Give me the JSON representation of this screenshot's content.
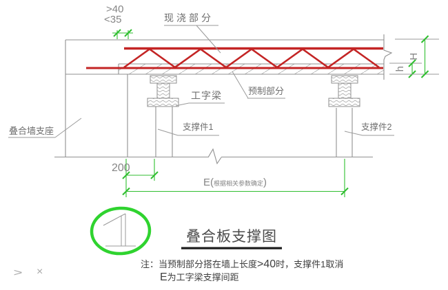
{
  "title_block": {
    "detail_number": "1",
    "title": "叠合板支撑图"
  },
  "labels": {
    "cast_in_place": "现浇部分",
    "precast": "预制部分",
    "i_beam": "工字梁",
    "support_1": "支撑件1",
    "support_2": "支撑件2",
    "wall_bearing": "叠合墙支座"
  },
  "dimensions": {
    "bearing_over": ">40",
    "bearing_under": "<35",
    "offset_200": "200",
    "spacing_e_prefix": "E(",
    "spacing_e_inner": "根据相关参数确定",
    "spacing_e_suffix": ")",
    "height_total": "H",
    "height_precast": "h"
  },
  "notes": {
    "line1_a": "注：当预制部分搭在墙上长度",
    "line1_b": ">40",
    "line1_c": "时，支撑件1取消",
    "line2_a": "E",
    "line2_b": "为工字梁支撑间距"
  },
  "corner_marks": {
    "bottom_left_arrow": ">",
    "bottom_left_close": "×"
  },
  "colors": {
    "truss_red": "#c32424",
    "dimension_green": "#2fbe2f",
    "marker_green": "#2fd32f",
    "line_gray": "#8f8f8f",
    "text_gray": "#6e6e6e",
    "note_dark": "#3e3e3e"
  }
}
